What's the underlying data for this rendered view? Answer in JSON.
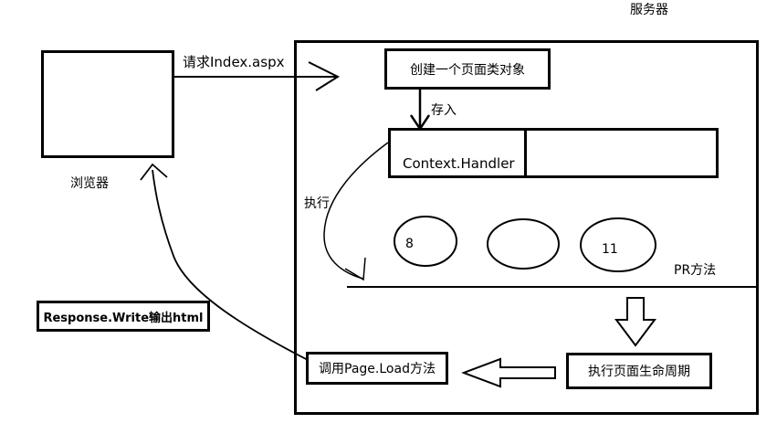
{
  "labels": {
    "server": "服务器",
    "browser": "浏览器",
    "request": "请求Index.aspx",
    "create_page": "创建一个页面类对象",
    "store": "存入",
    "context_handler": "Context.Handler",
    "execute": "执行",
    "circle_left": "8",
    "circle_right": "11",
    "pr_method": "PR方法",
    "response_write": "Response.Write输出html",
    "page_load": "调用Page.Load方法",
    "page_lifecycle": "执行页面生命周期"
  },
  "colors": {
    "stroke": "#000000",
    "background": "#ffffff"
  }
}
